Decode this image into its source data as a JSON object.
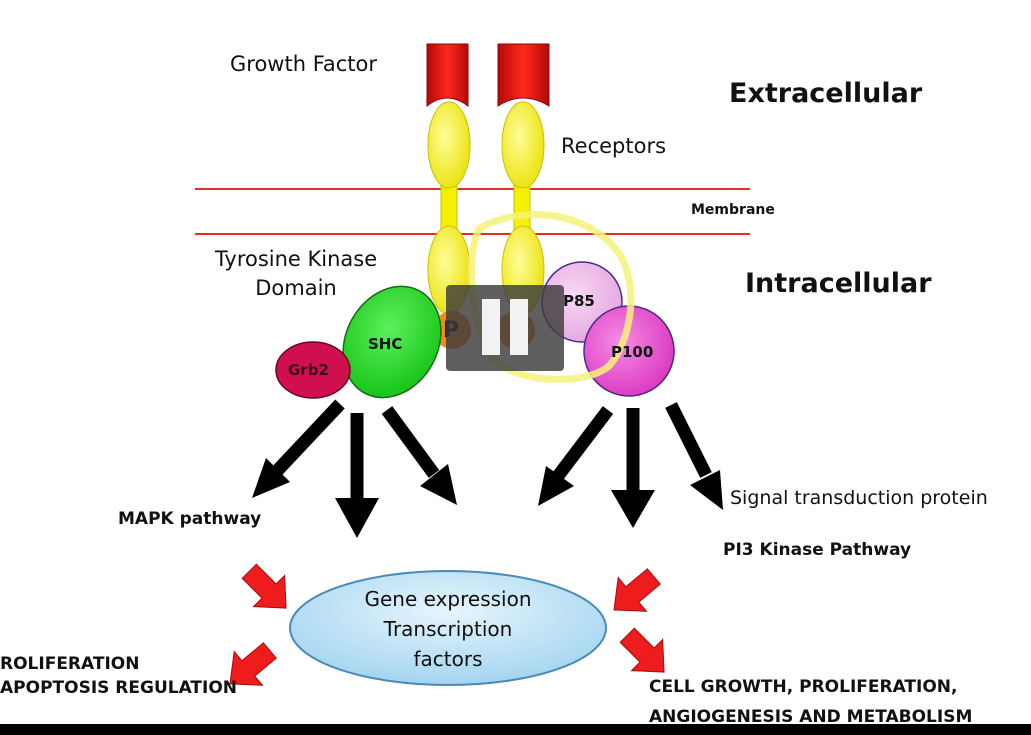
{
  "labels": {
    "growth_factor": "Growth Factor",
    "extracellular": "Extracellular",
    "receptors": "Receptors",
    "membrane": "Membrane",
    "tyrosine_kinase_line1": "Tyrosine Kinase",
    "tyrosine_kinase_line2": "Domain",
    "intracellular": "Intracellular",
    "p_left": "P",
    "p_right": "P",
    "p85": "P85",
    "p100": "P100",
    "shc": "SHC",
    "grb2": "Grb2",
    "mapk_pathway": "MAPK pathway",
    "signal_transduction": "Signal transduction protein",
    "pi3k_pathway": "PI3 Kinase Pathway",
    "gene_line1": "Gene expression",
    "gene_line2": "Transcription",
    "gene_line3": "factors",
    "left_outcome_line1": "ROLIFERATION",
    "left_outcome_line2": "APOPTOSIS REGULATION",
    "right_outcome_line1": "CELL GROWTH, PROLIFERATION,",
    "right_outcome_line2": "ANGIOGENESIS AND METABOLISM"
  },
  "colors": {
    "growth_factor": "#e01010",
    "receptor": "#f5f000",
    "membrane": "#e53018",
    "phospho": "#f08c1c",
    "shc": "#22d422",
    "grb2": "#d0104e",
    "p85": "#ecb0e8",
    "p100": "#e040c8",
    "gene_oval": "#bfe2f5",
    "red_arrow": "#ee1c1c",
    "highlight": "#f6f27a"
  },
  "overlay": {
    "icon": "pause-icon"
  }
}
